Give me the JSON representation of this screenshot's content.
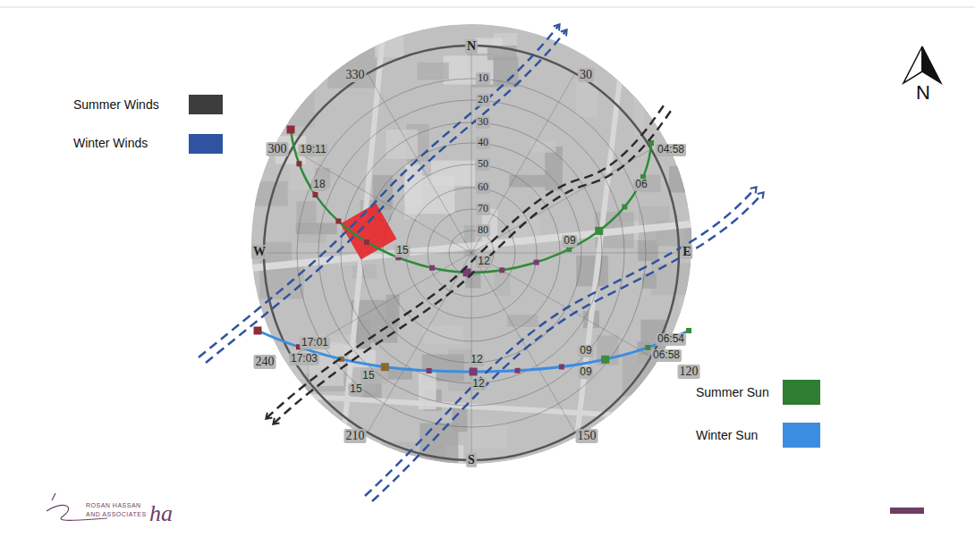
{
  "diagram": {
    "labels": [
      "N",
      "S",
      "W",
      "E",
      "330",
      "30",
      "300",
      "240",
      "210",
      "150",
      "120",
      "10",
      "20",
      "30",
      "40",
      "50",
      "60",
      "70",
      "80",
      "19:11",
      "18",
      "15",
      "12",
      "09",
      "06",
      "04:58",
      "17:01",
      "17:03",
      "15",
      "15",
      "12",
      "12",
      "09",
      "09",
      "06:54",
      "06:58",
      "N",
      "ha",
      "ROSAN HASSAN",
      "AND ASSOCIATES"
    ],
    "legend": [
      {
        "text": "Summer Winds",
        "color": "#3d3d3d"
      },
      {
        "text": "Winter Winds",
        "color": "#2f53a0"
      },
      {
        "text": "Summer Sun",
        "color": "#2e7d32"
      },
      {
        "text": "Winter Sun",
        "color": "#3b8de0"
      }
    ]
  }
}
